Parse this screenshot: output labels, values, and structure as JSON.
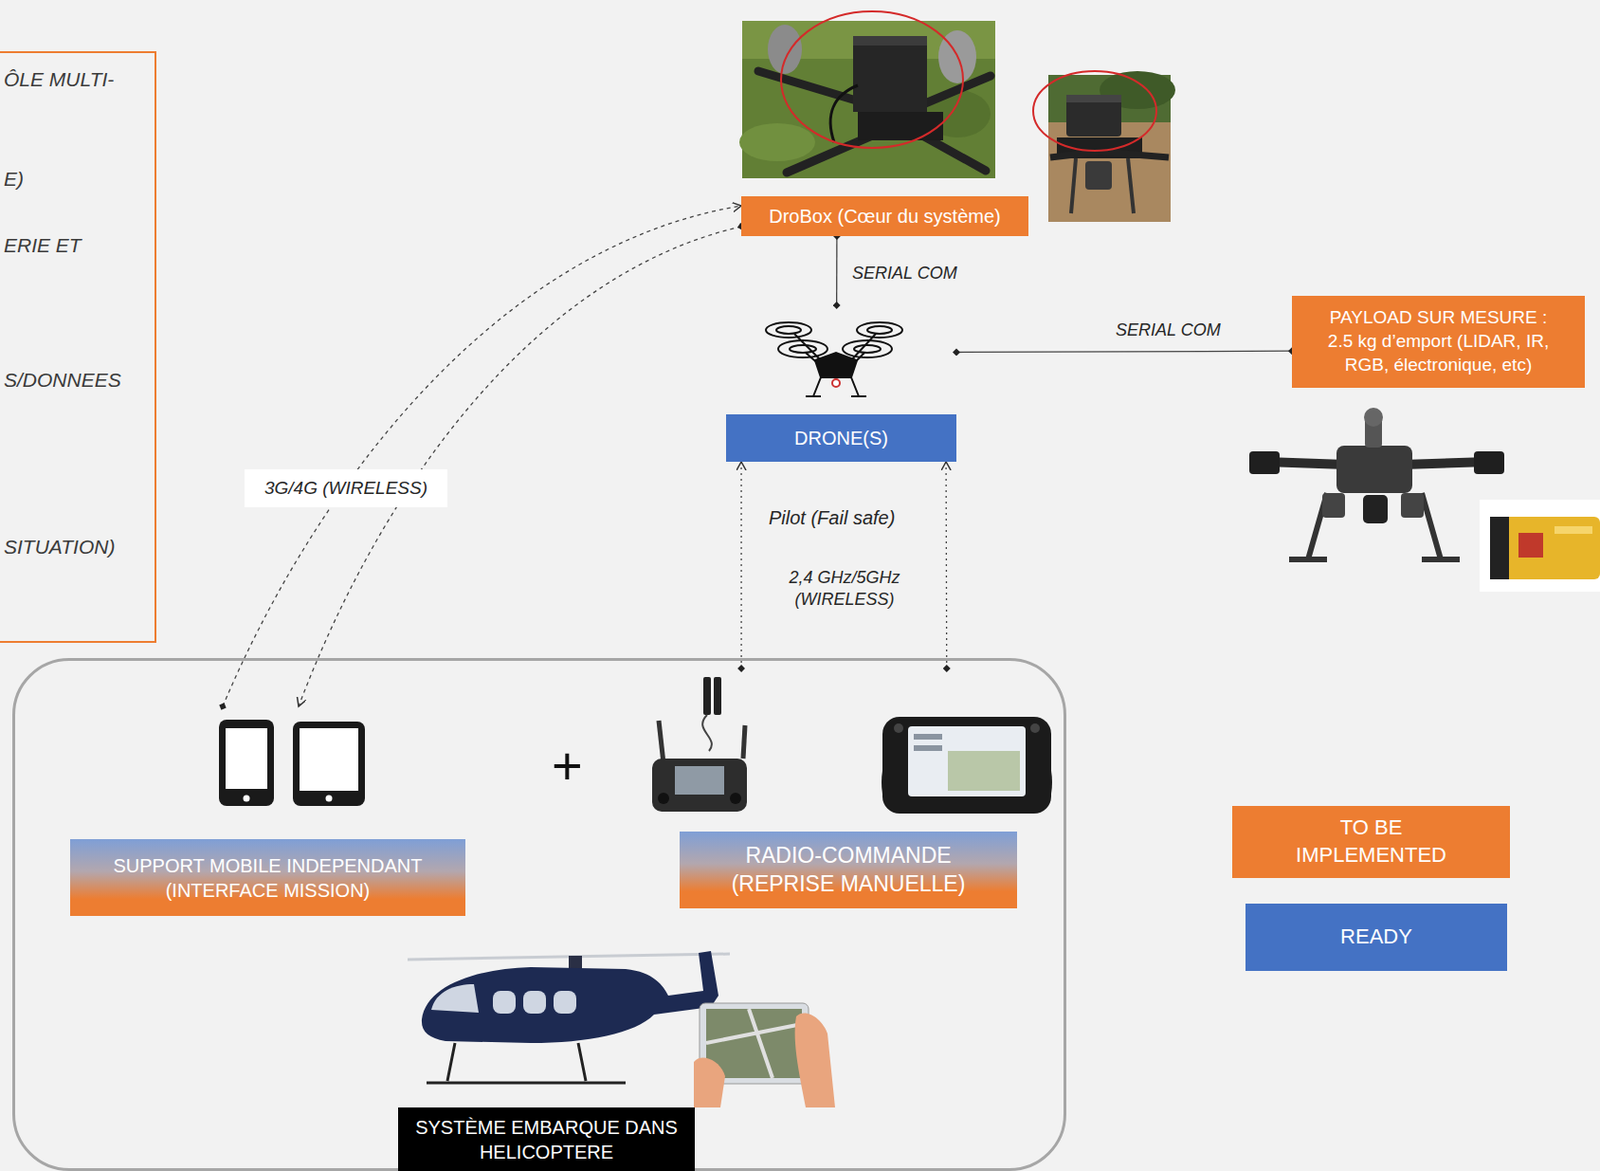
{
  "diagram": {
    "nodes": [
      {
        "text": [
          "ÔLE MULTI-",
          "E)",
          "ERIE ET",
          "S/DONNEES",
          "SITUATION)"
        ]
      },
      {
        "text": [
          "DroBox (Cœur du système)"
        ]
      },
      {
        "text": [
          "DRONE(S)"
        ]
      },
      {
        "text": [
          "PAYLOAD SUR MESURE : 2.5 kg d’emport (LIDAR, IR, RGB, électronique, etc)"
        ]
      },
      {
        "text": [
          "SYSTÈME EMBARQUE DANS HELICOPTERE"
        ]
      },
      {
        "text": [
          "SUPPORT MOBILE INDEPENDANT (INTERFACE MISSION)"
        ],
        "in": 4
      },
      {
        "text": [
          "RADIO-COMMANDE (REPRISE MANUELLE)"
        ],
        "in": 4
      }
    ],
    "edges": [
      {
        "from": 1,
        "to": 2,
        "label": "SERIAL COM",
        "arrow": "none"
      },
      {
        "from": 2,
        "to": 3,
        "label": "SERIAL COM",
        "arrow": "none"
      },
      {
        "from": 5,
        "to": 1,
        "label": "3G/4G (WIRELESS)",
        "arrow": "to"
      },
      {
        "from": 1,
        "to": 5,
        "arrow": "to"
      },
      {
        "from": 6,
        "to": 2,
        "label": "Pilot (Fail safe)",
        "arrow": "to"
      },
      {
        "from": 6,
        "to": 2,
        "label": "2,4 GHz/5GHz (WIRELESS)",
        "arrow": "to"
      }
    ],
    "labels": [
      "+"
    ],
    "legend": [
      {
        "text": "TO BE IMPLEMENTED",
        "color": "#ed7d31"
      },
      {
        "text": "READY",
        "color": "#4472c4"
      }
    ]
  }
}
